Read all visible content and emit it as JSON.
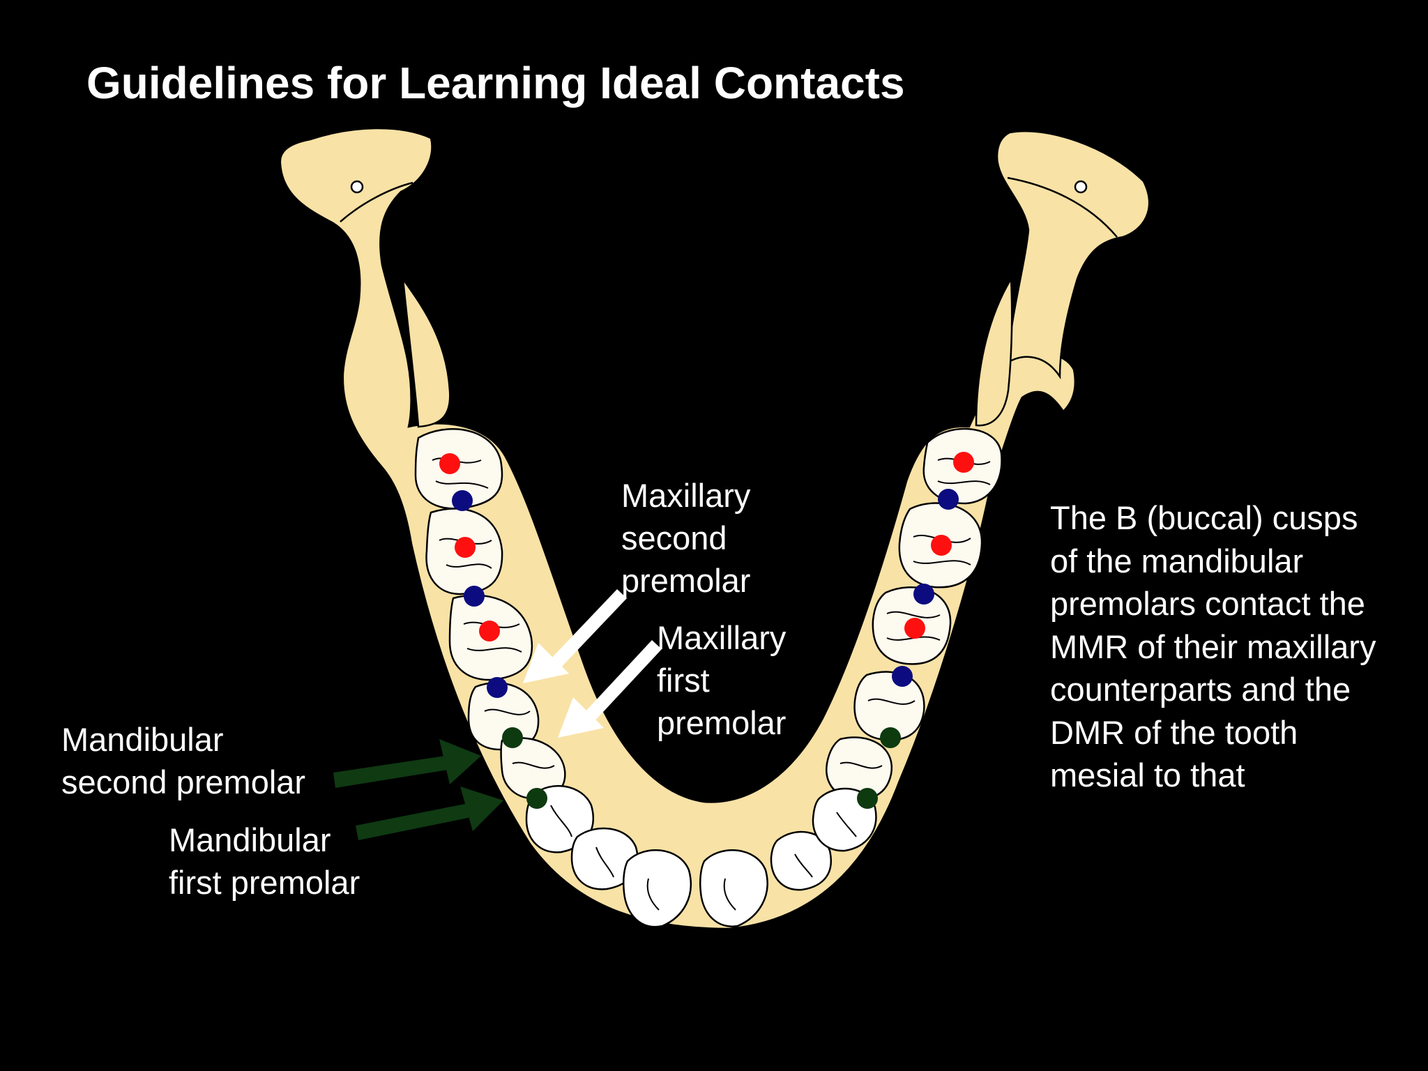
{
  "title": "Guidelines for Learning Ideal Contacts",
  "labels": {
    "max_second": [
      "Maxillary",
      "second",
      "premolar"
    ],
    "max_first": [
      "Maxillary",
      "first",
      "premolar"
    ],
    "mand_second": [
      "Mandibular",
      "second premolar"
    ],
    "mand_first": [
      "Mandibular",
      "first premolar"
    ]
  },
  "description": [
    "The B (buccal) cusps",
    "of the mandibular",
    "premolars contact the",
    "MMR of their maxillary",
    "counterparts and the",
    "DMR of the tooth",
    "mesial to that"
  ],
  "colors": {
    "background": "#000000",
    "bone": "#f8e2a6",
    "tooth": "#fdfaf0",
    "red_contact": "#ff1010",
    "blue_contact": "#0c0c80",
    "green_contact": "#0e3a10",
    "white_arrow": "#ffffff",
    "green_arrow": "#0f3a12"
  }
}
